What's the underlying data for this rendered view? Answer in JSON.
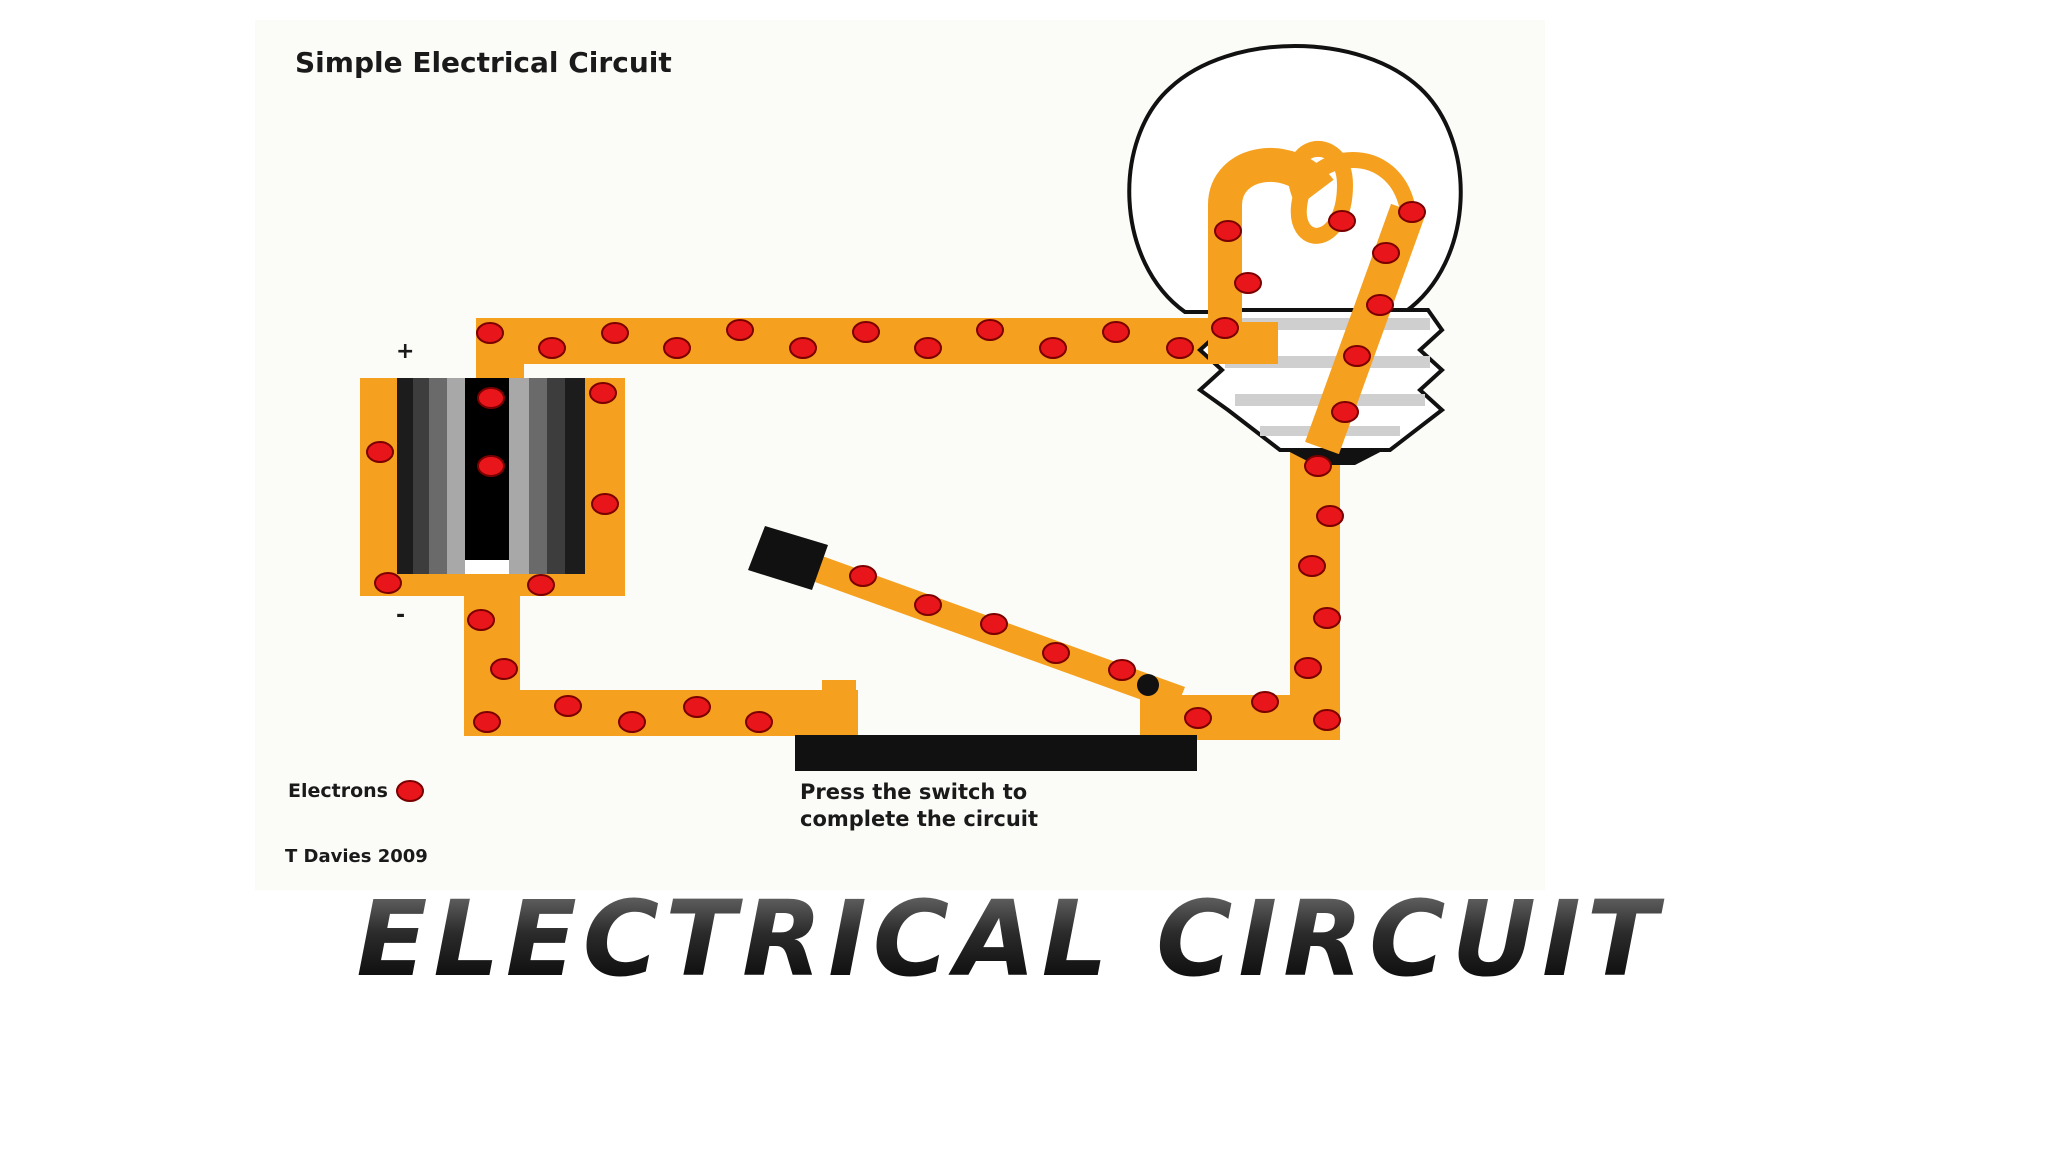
{
  "diagram": {
    "title": "Simple Electrical Circuit",
    "battery_plus": "+",
    "battery_minus": "-",
    "legend_label": "Electrons",
    "switch_note_line1": "Press the switch to",
    "switch_note_line2": "complete the circuit",
    "credit": "T Davies 2009",
    "banner": "ELECTRICAL CIRCUIT"
  },
  "colors": {
    "wire": "#F5A01E",
    "electron": "#E8151B",
    "electron_stroke": "#7a0000",
    "switch_base": "#111111",
    "background": "#ffffff",
    "panel": "#fbfcf8"
  }
}
